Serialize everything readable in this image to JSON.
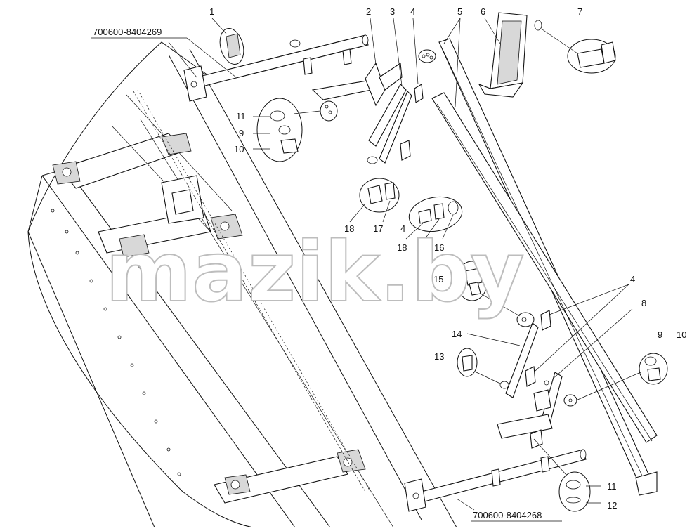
{
  "part_numbers": {
    "upper": "700600-8404269",
    "lower": "700600-8404268"
  },
  "callouts": {
    "c1": "1",
    "c2": "2",
    "c3": "3",
    "c4a": "4",
    "c5": "5",
    "c6": "6",
    "c7": "7",
    "c11a": "11",
    "c9a": "9",
    "c10a": "10",
    "c18a": "18",
    "c17a": "17",
    "c4b": "4",
    "c18b": "18",
    "c17b": "17",
    "c16": "16",
    "c15": "15",
    "c4c": "4",
    "c8": "8",
    "c14": "14",
    "c13": "13",
    "c9b": "9",
    "c10b": "10",
    "c11b": "11",
    "c12": "12"
  },
  "watermark": "mazik.by"
}
